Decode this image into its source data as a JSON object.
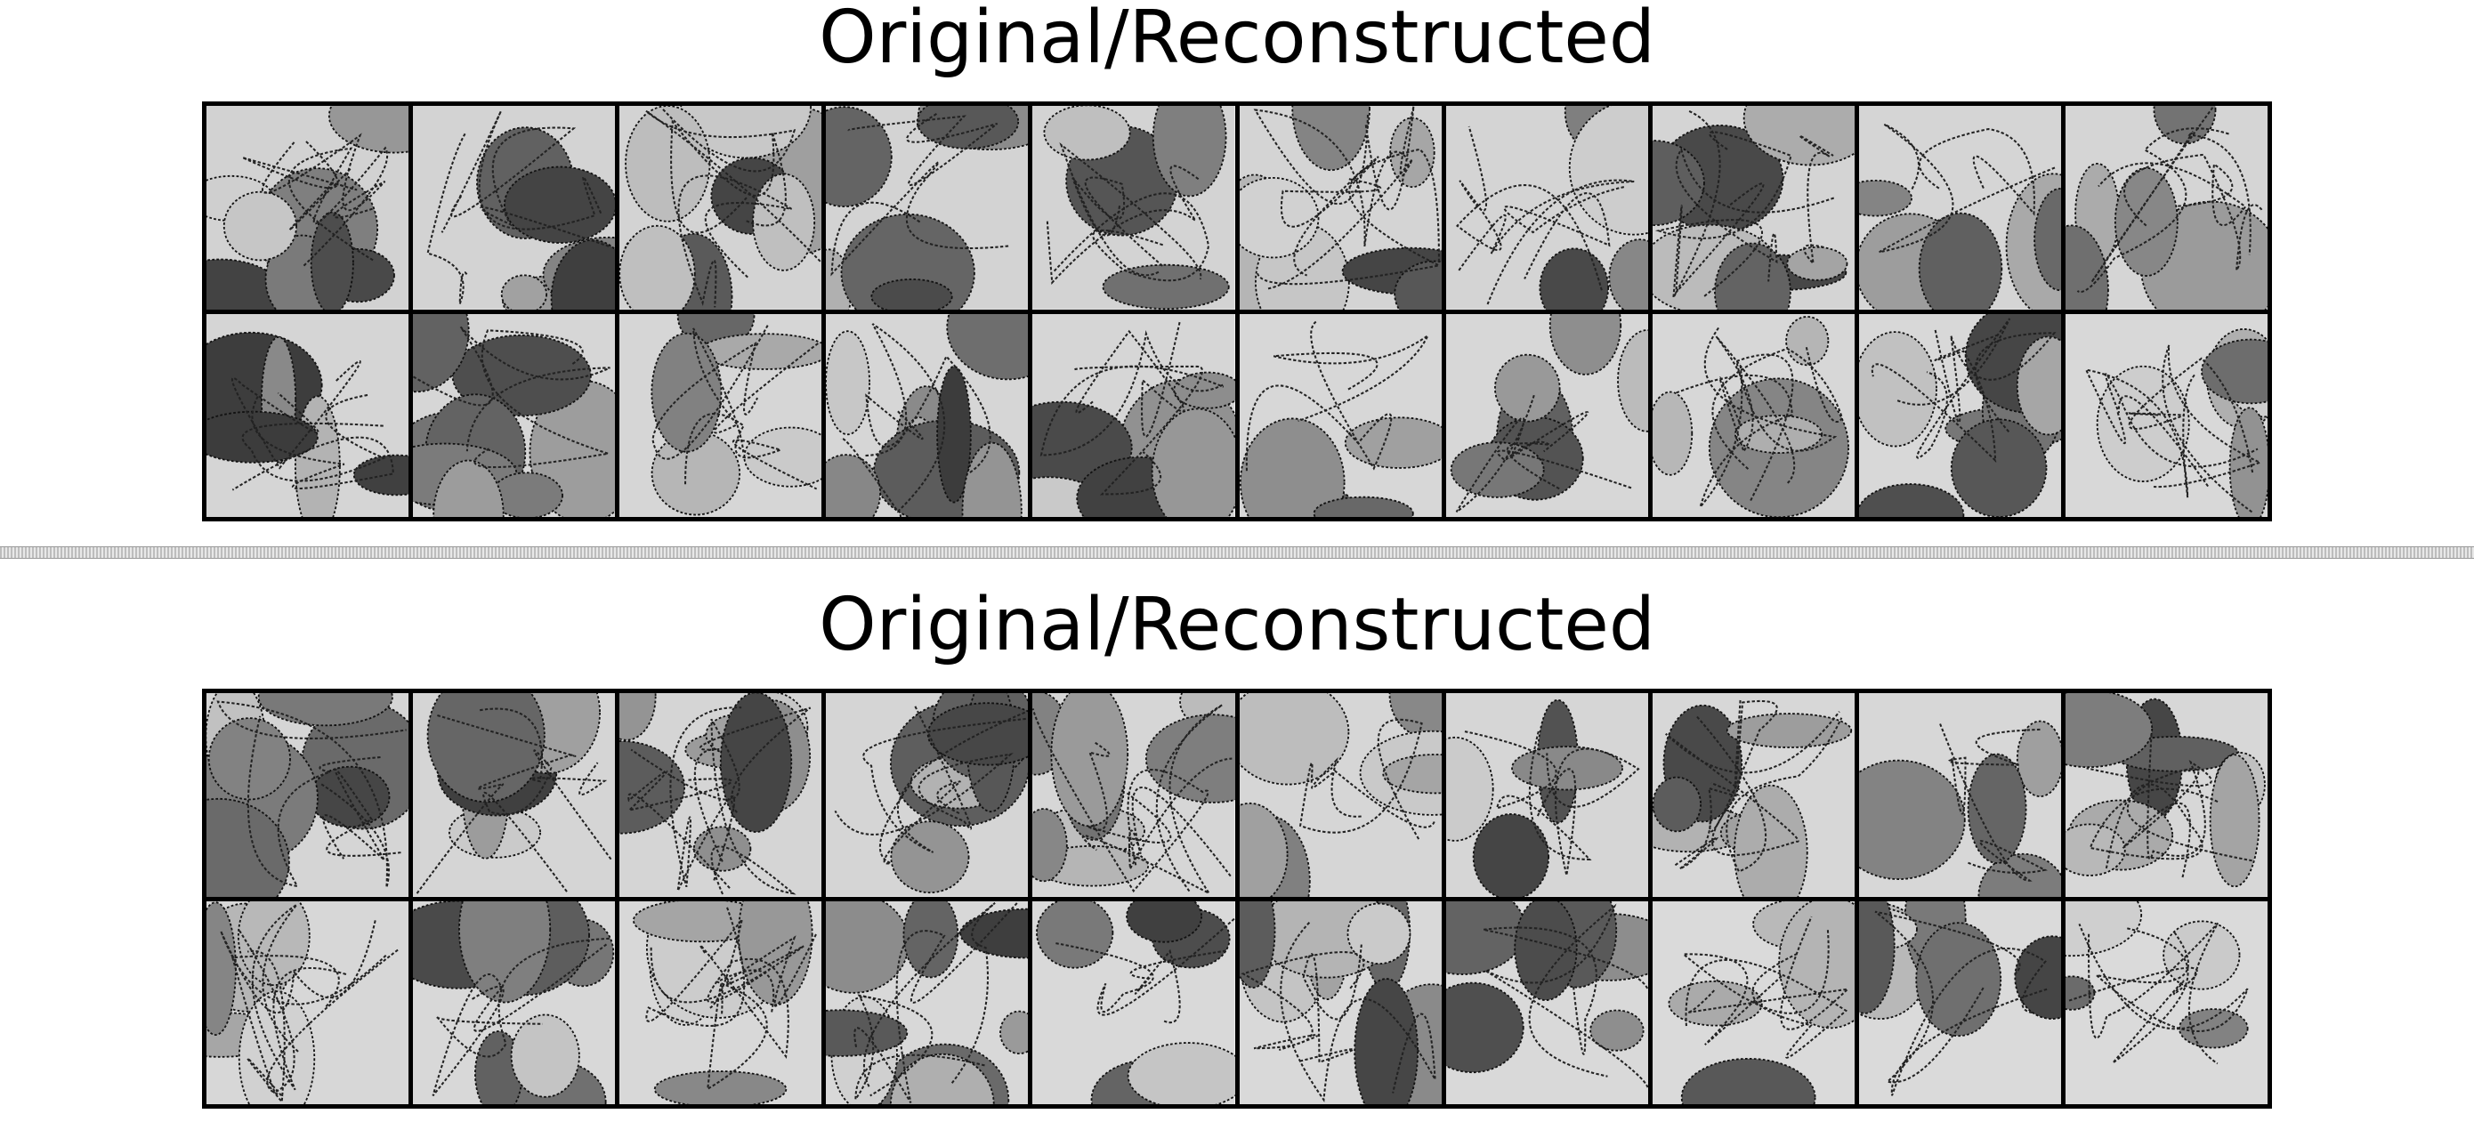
{
  "figures": [
    {
      "title": "Original/Reconstructed",
      "rows": 2,
      "cols": 10
    },
    {
      "title": "Original/Reconstructed",
      "rows": 2,
      "cols": 10
    }
  ]
}
